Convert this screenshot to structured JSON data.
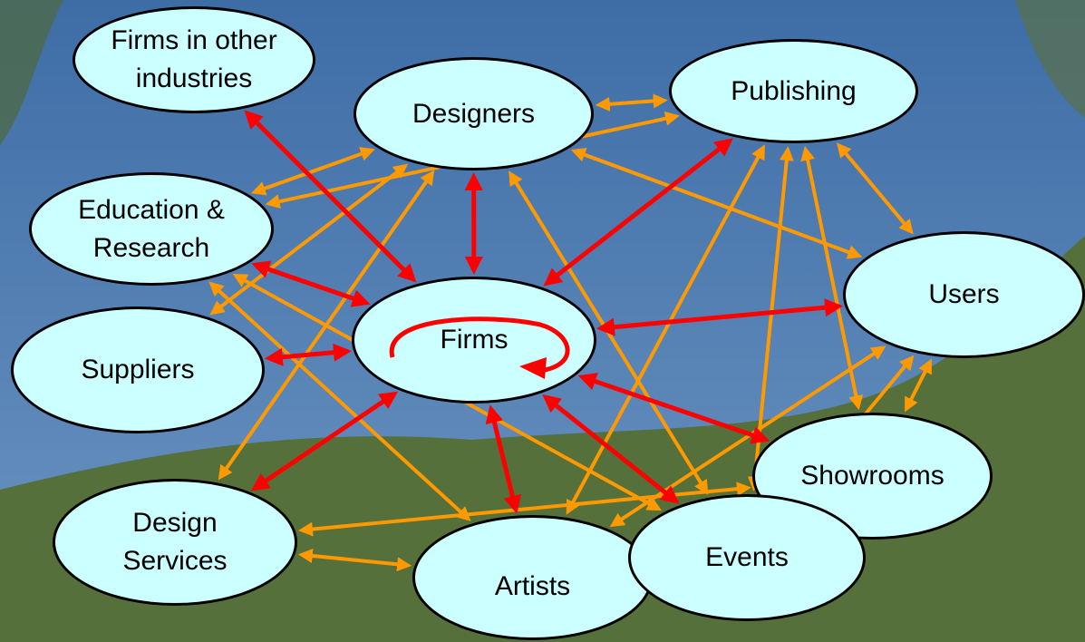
{
  "colors": {
    "node_fill": "#ccffff",
    "node_stroke": "#000000",
    "firm_link": "#ff0000",
    "other_link": "#ff9900",
    "sky_top": "#3e6da6",
    "sky_bottom": "#6c95c2",
    "foliage": "#55703a"
  },
  "nodes": {
    "firms_other": {
      "label": "Firms in other\nindustries"
    },
    "designers": {
      "label": "Designers"
    },
    "publishing": {
      "label": "Publishing"
    },
    "education": {
      "label": "Education &\nResearch"
    },
    "users": {
      "label": "Users"
    },
    "firms": {
      "label": "Firms"
    },
    "suppliers": {
      "label": "Suppliers"
    },
    "showrooms": {
      "label": "Showrooms"
    },
    "design_services": {
      "label": "Design\nServices"
    },
    "events": {
      "label": "Events"
    },
    "artists": {
      "label": "Artists"
    }
  },
  "links": [
    {
      "from": "firms",
      "to": "firms_other",
      "kind": "firm"
    },
    {
      "from": "firms",
      "to": "designers",
      "kind": "firm"
    },
    {
      "from": "firms",
      "to": "publishing",
      "kind": "firm"
    },
    {
      "from": "firms",
      "to": "education",
      "kind": "firm"
    },
    {
      "from": "firms",
      "to": "users",
      "kind": "firm"
    },
    {
      "from": "firms",
      "to": "suppliers",
      "kind": "firm"
    },
    {
      "from": "firms",
      "to": "showrooms",
      "kind": "firm"
    },
    {
      "from": "firms",
      "to": "design_services",
      "kind": "firm"
    },
    {
      "from": "firms",
      "to": "events",
      "kind": "firm"
    },
    {
      "from": "firms",
      "to": "artists",
      "kind": "firm"
    },
    {
      "from": "education",
      "to": "designers",
      "kind": "other"
    },
    {
      "from": "education",
      "to": "publishing",
      "kind": "other"
    },
    {
      "from": "education",
      "to": "events",
      "kind": "other"
    },
    {
      "from": "education",
      "to": "artists",
      "kind": "other"
    },
    {
      "from": "suppliers",
      "to": "designers",
      "kind": "other"
    },
    {
      "from": "design_services",
      "to": "designers",
      "kind": "other"
    },
    {
      "from": "design_services",
      "to": "showrooms",
      "kind": "other"
    },
    {
      "from": "design_services",
      "to": "artists",
      "kind": "other"
    },
    {
      "from": "designers",
      "to": "users",
      "kind": "other"
    },
    {
      "from": "designers",
      "to": "events",
      "kind": "other"
    },
    {
      "from": "publishing",
      "to": "users",
      "kind": "other"
    },
    {
      "from": "publishing",
      "to": "designers",
      "kind": "other"
    },
    {
      "from": "publishing",
      "to": "artists",
      "kind": "other"
    },
    {
      "from": "publishing",
      "to": "showrooms",
      "kind": "other"
    },
    {
      "from": "publishing",
      "to": "events",
      "kind": "other"
    },
    {
      "from": "users",
      "to": "showrooms",
      "kind": "other"
    },
    {
      "from": "users",
      "to": "artists",
      "kind": "other"
    },
    {
      "from": "users",
      "to": "events",
      "kind": "other"
    }
  ]
}
